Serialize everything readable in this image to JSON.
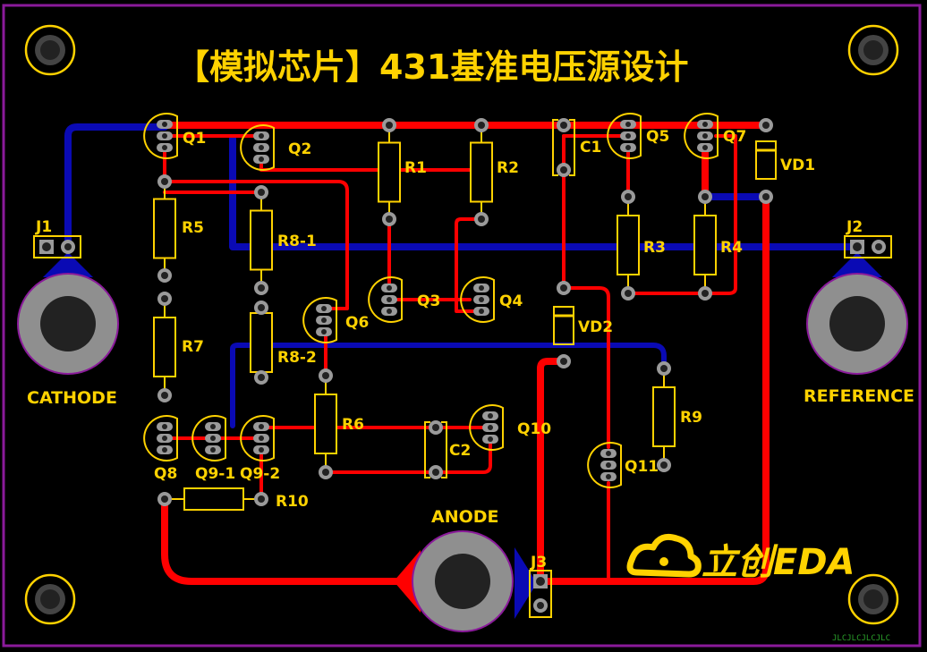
{
  "title": "【模拟芯片】431基准电压源设计",
  "logo_text": "立创EDA",
  "corner_code": "JLCJLCJLCJLC",
  "connectors": [
    {
      "id": "J1",
      "label": "J1",
      "pad_label": "CATHODE"
    },
    {
      "id": "J2",
      "label": "J2",
      "pad_label": "REFERENCE"
    },
    {
      "id": "J3",
      "label": "J3",
      "pad_label": "ANODE"
    }
  ],
  "transistors": [
    "Q1",
    "Q2",
    "Q3",
    "Q4",
    "Q5",
    "Q6",
    "Q7",
    "Q8",
    "Q9-1",
    "Q9-2",
    "Q10",
    "Q11"
  ],
  "resistors": [
    "R1",
    "R2",
    "R3",
    "R4",
    "R5",
    "R6",
    "R7",
    "R8-1",
    "R8-2",
    "R9",
    "R10"
  ],
  "capacitors": [
    "C1",
    "C2"
  ],
  "diodes": [
    "VD1",
    "VD2"
  ],
  "colors": {
    "board": "#000000",
    "outline": "#8a1a9a",
    "silkscreen": "#ffd200",
    "top_copper": "#ff0000",
    "bottom_copper": "#0a0ab4",
    "pad": "#9a9a9a",
    "drill": "#222222"
  }
}
